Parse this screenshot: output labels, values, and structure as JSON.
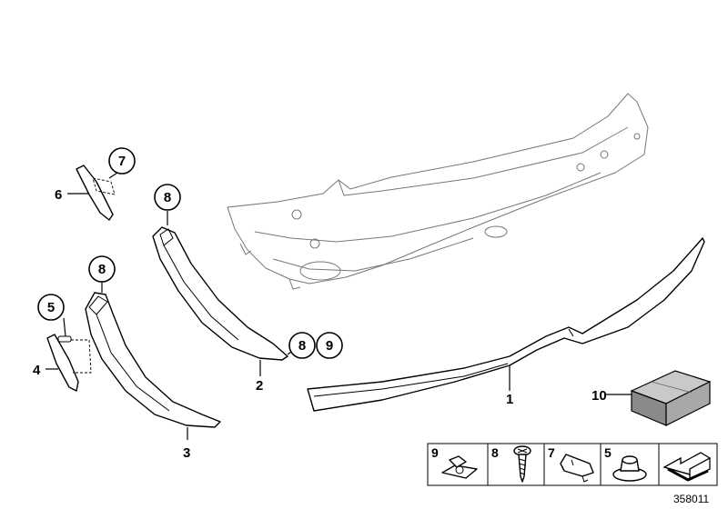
{
  "callouts": {
    "c1": "1",
    "c2": "2",
    "c3": "3",
    "c4": "4",
    "c5": "5",
    "c6": "6",
    "c7": "7",
    "c8a": "8",
    "c8b": "8",
    "c8c": "8",
    "c9": "9",
    "c10": "10"
  },
  "legend": {
    "items": [
      "9",
      "8",
      "7",
      "5"
    ]
  },
  "diagram_number": "358011"
}
